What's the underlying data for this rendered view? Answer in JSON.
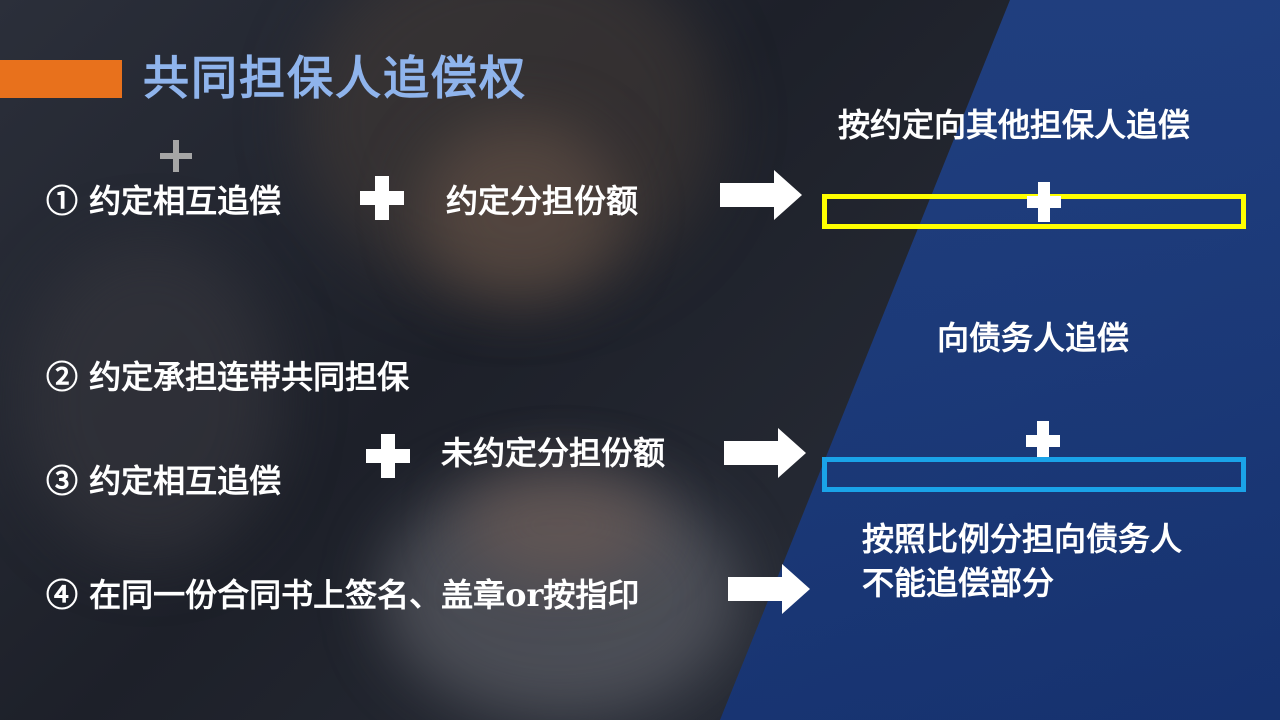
{
  "slide": {
    "title": "共同担保人追偿权",
    "colors": {
      "accent_bar": "#e8711c",
      "title": "#8fb4ec",
      "blue_panel": "#1c3c7c",
      "yellow_box": "#ffff00",
      "blue_box": "#1aa3e8",
      "text": "#ffffff"
    },
    "rows": {
      "row1": {
        "label": "① 约定相互追偿",
        "operand": "约定分担份额",
        "result_top": "按约定向其他担保人追偿"
      },
      "row2": {
        "label": "② 约定承担连带共同担保",
        "result_top": "向债务人追偿"
      },
      "row3": {
        "label": "③ 约定相互追偿",
        "operand": "未约定分担份额",
        "result_line1": "按照比例分担向债务人",
        "result_line2": "不能追偿部分"
      },
      "row4": {
        "label": "④ 在同一份合同书上签名、盖章or按指印"
      }
    },
    "icons": [
      "plus-icon",
      "right-arrow-icon"
    ]
  }
}
